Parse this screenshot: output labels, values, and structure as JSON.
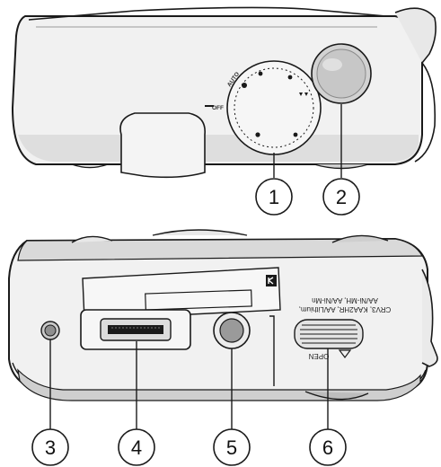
{
  "top_view": {
    "dial_labels": {
      "off": "OFF",
      "auto": "AUTO"
    },
    "callouts": [
      "1",
      "2"
    ]
  },
  "bottom_view": {
    "battery_text": {
      "line1": "CRV3, KAA2HR, AA/Lithium,",
      "line2": "AA/Ni-MH, AA/Ni-Mn"
    },
    "open_label": "OPEN",
    "callouts": [
      "3",
      "4",
      "5",
      "6"
    ]
  },
  "colors": {
    "body_fill": "#f1f1f1",
    "outline": "#1a1a1a",
    "shade": "#cfcfcf"
  }
}
